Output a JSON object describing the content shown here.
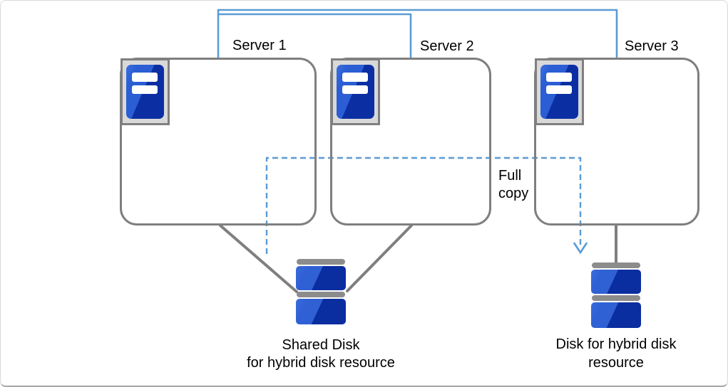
{
  "diagram": {
    "servers": [
      {
        "label": "Server 1"
      },
      {
        "label": "Server 2"
      },
      {
        "label": "Server 3"
      }
    ],
    "full_copy_label": "Full copy",
    "shared_disk": {
      "line1": "Shared Disk",
      "line2": "for hybrid disk resource"
    },
    "replica_disk": {
      "line1": "Disk for hybrid disk",
      "line2": "resource"
    },
    "colors": {
      "network_line_blue": "#5B9BD5",
      "full_copy_dashed_blue": "#5B9BD5",
      "connector_gray": "#7F7F7F",
      "server_icon_frame": "#D9D9D9",
      "server_icon_blue_light": "#2B5ED4",
      "server_icon_blue_dark": "#0B2FA3",
      "disk_blue_light": "#2F60D4",
      "disk_blue_dark": "#0A2D9F",
      "disk_bar_gray": "#8C8C8C"
    }
  }
}
